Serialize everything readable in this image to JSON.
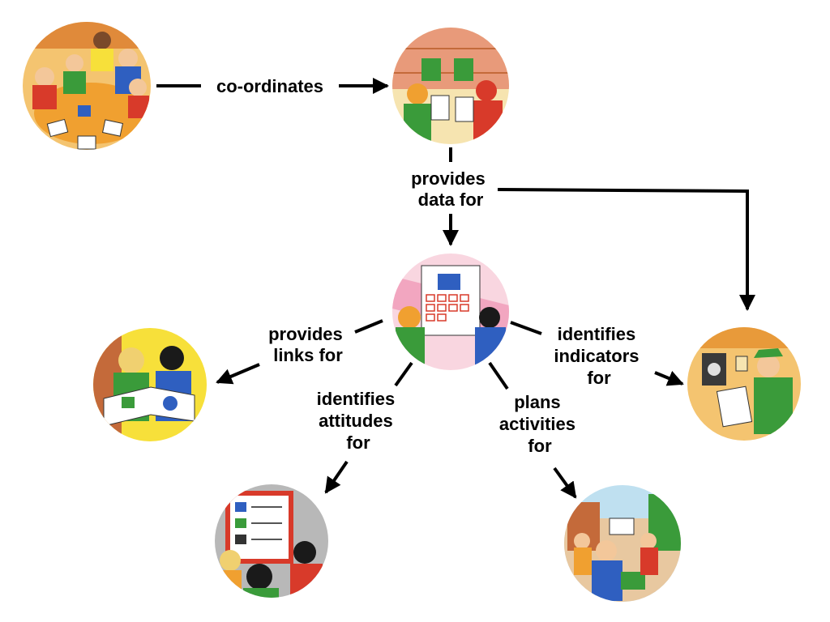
{
  "nodes": {
    "committee": {
      "description": "people sitting around a table with papers"
    },
    "survey": {
      "description": "children collecting recycling bins and clipboards"
    },
    "action_plan": {
      "description": "children looking at a calendar chart"
    },
    "curriculum": {
      "description": "teacher and pupil reading an open book"
    },
    "monitoring": {
      "description": "child reading a meter with a clipboard"
    },
    "code": {
      "description": "children looking at a poster board"
    },
    "activities": {
      "description": "people carrying recycling outside a school"
    }
  },
  "edges": {
    "coordinates": {
      "label_lines": [
        "co-ordinates"
      ]
    },
    "provides_data": {
      "label_lines": [
        "provides",
        "data for"
      ]
    },
    "provides_links": {
      "label_lines": [
        "provides",
        "links for"
      ]
    },
    "identifies_attitudes": {
      "label_lines": [
        "identifies",
        "attitudes",
        "for"
      ]
    },
    "plans_activities": {
      "label_lines": [
        "plans",
        "activities",
        "for"
      ]
    },
    "identifies_indicators": {
      "label_lines": [
        "identifies",
        "indicators",
        "for"
      ]
    }
  },
  "colors": {
    "line": "#000000",
    "skin": "#f3c79a",
    "paper": "#ffffff",
    "green": "#3a9b3a",
    "blue": "#2f5fc0",
    "red": "#d83a2a",
    "orange": "#f0a030",
    "yellow": "#f7e03a",
    "brick": "#c46a3a",
    "pink": "#f2a6c0"
  }
}
